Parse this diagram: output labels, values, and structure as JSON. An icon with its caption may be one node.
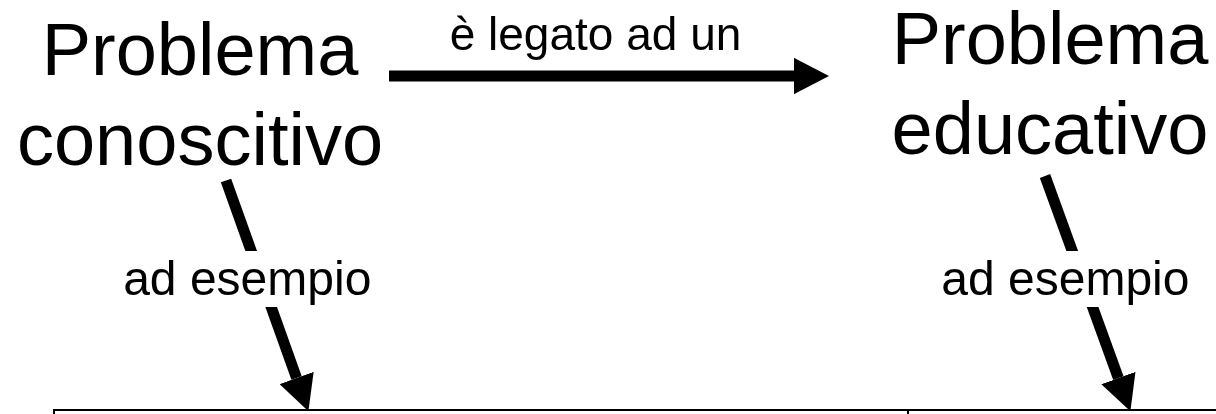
{
  "diagram": {
    "nodes": [
      {
        "text": [
          "Problema conoscitivo"
        ]
      },
      {
        "text": [
          "Problema educativo"
        ]
      },
      {
        "text": [],
        "shape": "box"
      },
      {
        "text": [],
        "shape": "box"
      }
    ],
    "edges": [
      {
        "from": 0,
        "to": 1,
        "arrow": "to",
        "label": "è legato ad un"
      },
      {
        "from": 0,
        "to": 2,
        "arrow": "to",
        "label": "ad esempio"
      },
      {
        "from": 1,
        "to": 3,
        "arrow": "to",
        "label": "ad esempio"
      }
    ]
  }
}
